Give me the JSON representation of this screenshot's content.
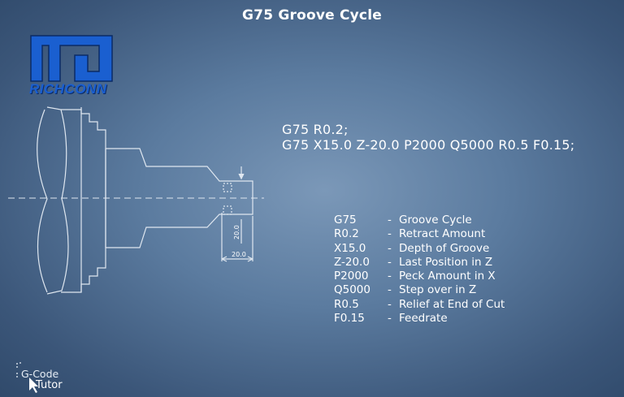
{
  "title": "G75 Groove Cycle",
  "logo": {
    "text": "RICHCONN",
    "color": "#1a5fd0"
  },
  "code": {
    "line1": "G75 R0.2;",
    "line2": "G75 X15.0 Z-20.0 P2000 Q5000 R0.5 F0.15;"
  },
  "legend": [
    {
      "code": "G75",
      "desc": "Groove Cycle"
    },
    {
      "code": "R0.2",
      "desc": "Retract Amount"
    },
    {
      "code": "X15.0",
      "desc": "Depth of Groove"
    },
    {
      "code": "Z-20.0",
      "desc": "Last Position in Z"
    },
    {
      "code": "P2000",
      "desc": "Peck Amount in X"
    },
    {
      "code": "Q5000",
      "desc": "Step over in Z"
    },
    {
      "code": "R0.5",
      "desc": "Relief at End of Cut"
    },
    {
      "code": "F0.15",
      "desc": "Feedrate"
    }
  ],
  "legend_separator": "-",
  "dimensions": {
    "vertical": "20.0",
    "horizontal": "20.0"
  },
  "brand": {
    "line1": "G-Code",
    "line2": "Tutor"
  }
}
